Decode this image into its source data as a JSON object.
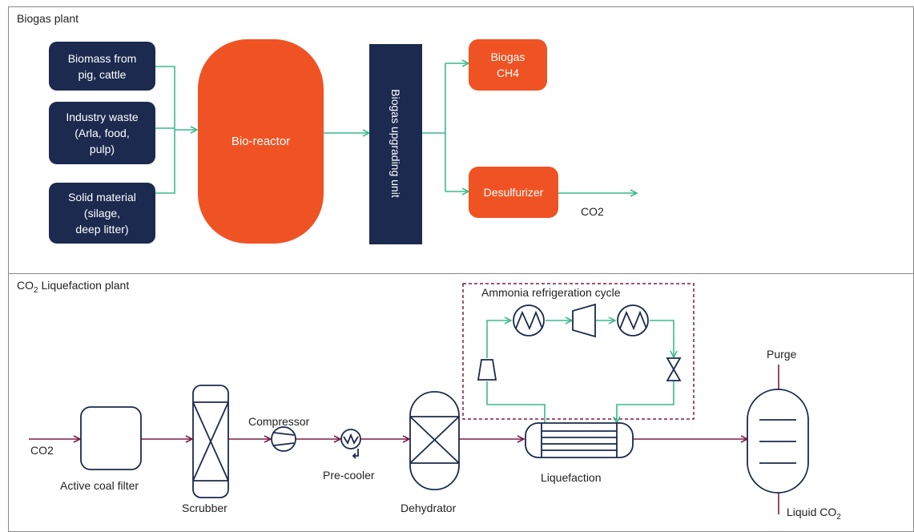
{
  "top_panel": {
    "title": "Biogas plant",
    "inputs": [
      {
        "label": "Biomass from\npig, cattle"
      },
      {
        "label": "Industry waste\n(Arla, food,\npulp)"
      },
      {
        "label": "Solid material\n(silage,\ndeep litter)"
      }
    ],
    "reactor": "Bio-reactor",
    "upgrading_unit": "Biogas upgrading unit",
    "biogas": "Biogas\nCH4",
    "desulfurizer": "Desulfurizer",
    "co2_out": "CO2"
  },
  "bottom_panel": {
    "title_prefix": "CO",
    "title_sub": "2",
    "title_suffix": " Liquefaction plant",
    "co2_in": "CO2",
    "coal_filter": "Active coal filter",
    "scrubber": "Scrubber",
    "compressor": "Compressor",
    "precooler": "Pre-cooler",
    "dehydrator": "Dehydrator",
    "refrigeration": "Ammonia refrigeration cycle",
    "liquefaction": "Liquefaction",
    "purge": "Purge",
    "liquid_prefix": "Liquid CO",
    "liquid_sub": "2"
  },
  "colors": {
    "navy": "#1b2a4e",
    "orange": "#f05323",
    "green_flow": "#3cb98c",
    "co2_flow": "#7a1e45"
  }
}
